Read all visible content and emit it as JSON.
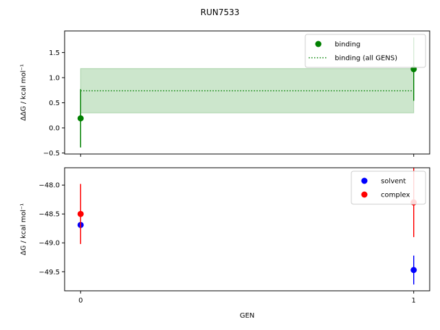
{
  "chart_data": {
    "type": "scatter",
    "title": "RUN7533",
    "xlabel": "GEN",
    "x_ticks": [
      0,
      1
    ],
    "panels": [
      {
        "name": "binding-panel",
        "ylabel": "ΔΔG / kcal mol⁻¹",
        "ylim": [
          -0.52,
          1.93
        ],
        "y_ticks": [
          -0.5,
          0.0,
          0.5,
          1.0,
          1.5
        ],
        "y_tick_labels": [
          "−0.5",
          "0.0",
          "0.5",
          "1.0",
          "1.5"
        ],
        "legend_position": "top-right",
        "series": [
          {
            "name": "binding",
            "kind": "points-with-errorbars",
            "color": "#008000",
            "x": [
              0,
              1
            ],
            "y": [
              0.19,
              1.17
            ],
            "yerr": [
              0.58,
              0.63
            ]
          },
          {
            "name": "binding (all GENS)",
            "kind": "mean-line-with-band",
            "color": "#008000",
            "band_color": "#cce6cc",
            "x": [
              0,
              1
            ],
            "mean": 0.74,
            "band": [
              0.3,
              1.18
            ]
          }
        ]
      },
      {
        "name": "free-energy-panel",
        "ylabel": "ΔG / kcal mol⁻¹",
        "ylim": [
          -49.83,
          -47.7
        ],
        "y_ticks": [
          -48.0,
          -48.5,
          -49.0,
          -49.5
        ],
        "y_tick_labels": [
          "−48.0",
          "−48.5",
          "−49.0",
          "−49.5"
        ],
        "legend_position": "top-right",
        "series": [
          {
            "name": "solvent",
            "kind": "points-with-errorbars",
            "color": "#0000ff",
            "x": [
              0,
              1
            ],
            "y": [
              -48.69,
              -49.47
            ],
            "yerr": [
              0.02,
              0.25
            ]
          },
          {
            "name": "complex",
            "kind": "points-with-errorbars",
            "color": "#ff0000",
            "x": [
              0,
              1
            ],
            "y": [
              -48.5,
              -48.3
            ],
            "yerr": [
              0.52,
              0.6
            ]
          }
        ]
      }
    ]
  }
}
